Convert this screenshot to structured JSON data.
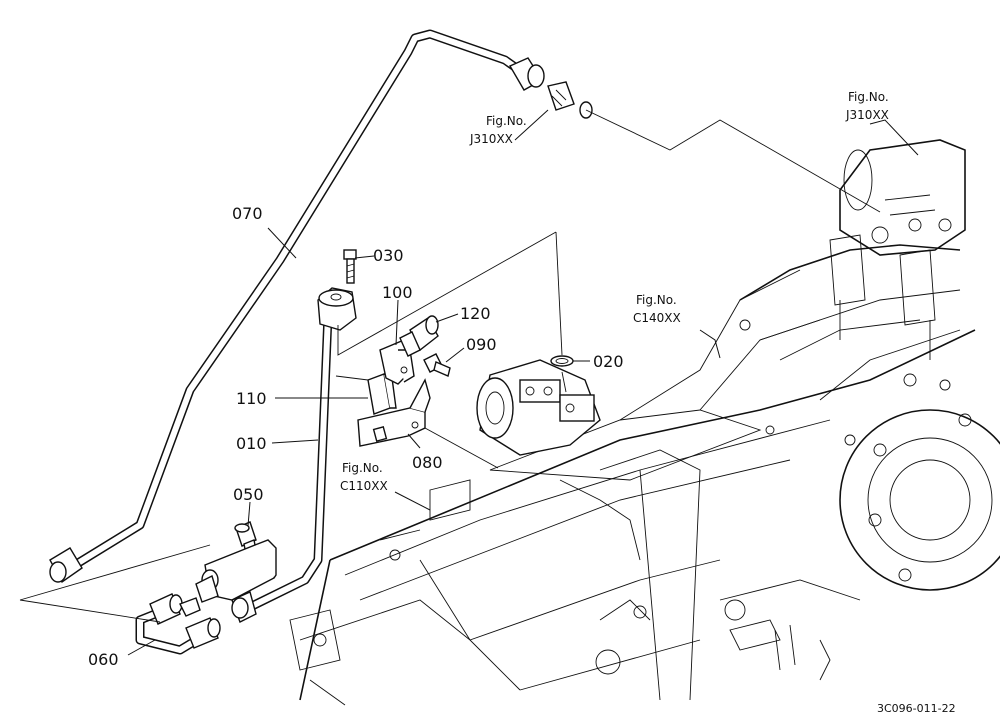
{
  "callouts": {
    "c010": "010",
    "c020": "020",
    "c030": "030",
    "c050": "050",
    "c060": "060",
    "c070": "070",
    "c080": "080",
    "c090": "090",
    "c100": "100",
    "c110": "110",
    "c120": "120"
  },
  "references": {
    "ref_j310_left": {
      "line1": "Fig.No.",
      "line2": "J310XX"
    },
    "ref_j310_right": {
      "line1": "Fig.No.",
      "line2": "J310XX"
    },
    "ref_c140": {
      "line1": "Fig.No.",
      "line2": "C140XX"
    },
    "ref_c110": {
      "line1": "Fig.No.",
      "line2": "C110XX"
    }
  },
  "footer": {
    "code": "3C096-011-22"
  }
}
